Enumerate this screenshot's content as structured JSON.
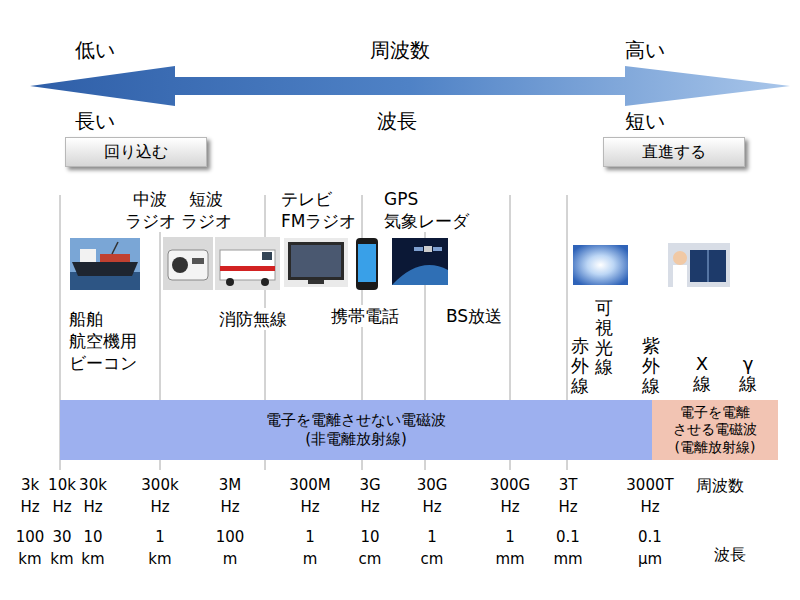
{
  "diagram": {
    "nodes": [
      {
        "text": [
          "回り込む"
        ]
      },
      {
        "text": [
          "直進する"
        ]
      },
      {
        "text": [
          "電子を電離させない電磁波 (非電離放射線)"
        ]
      },
      {
        "text": [
          "電子を電離 させる電磁波 (電離放射線)"
        ]
      }
    ],
    "labels": [
      "低い",
      "周波数",
      "高い",
      "長い",
      "波長",
      "短い",
      "中波 ラジオ",
      "短波 ラジオ",
      "テレビ FMラジオ",
      "GPS 気象レーダ",
      "船舶 航空機用 ビーコン",
      "消防無線",
      "携帯電話",
      "BS放送",
      "可視光線",
      "赤外線",
      "紫外線",
      "X線",
      "γ線",
      "3k Hz",
      "10k Hz",
      "30k Hz",
      "300k Hz",
      "3M Hz",
      "300M Hz",
      "3G Hz",
      "30G Hz",
      "300G Hz",
      "3T Hz",
      "3000T Hz",
      "周波数",
      "100 km",
      "30 km",
      "10 km",
      "1 km",
      "100 m",
      "1 m",
      "10 cm",
      "1 cm",
      "1 mm",
      "0.1 mm",
      "0.1 μm",
      "波長"
    ]
  }
}
